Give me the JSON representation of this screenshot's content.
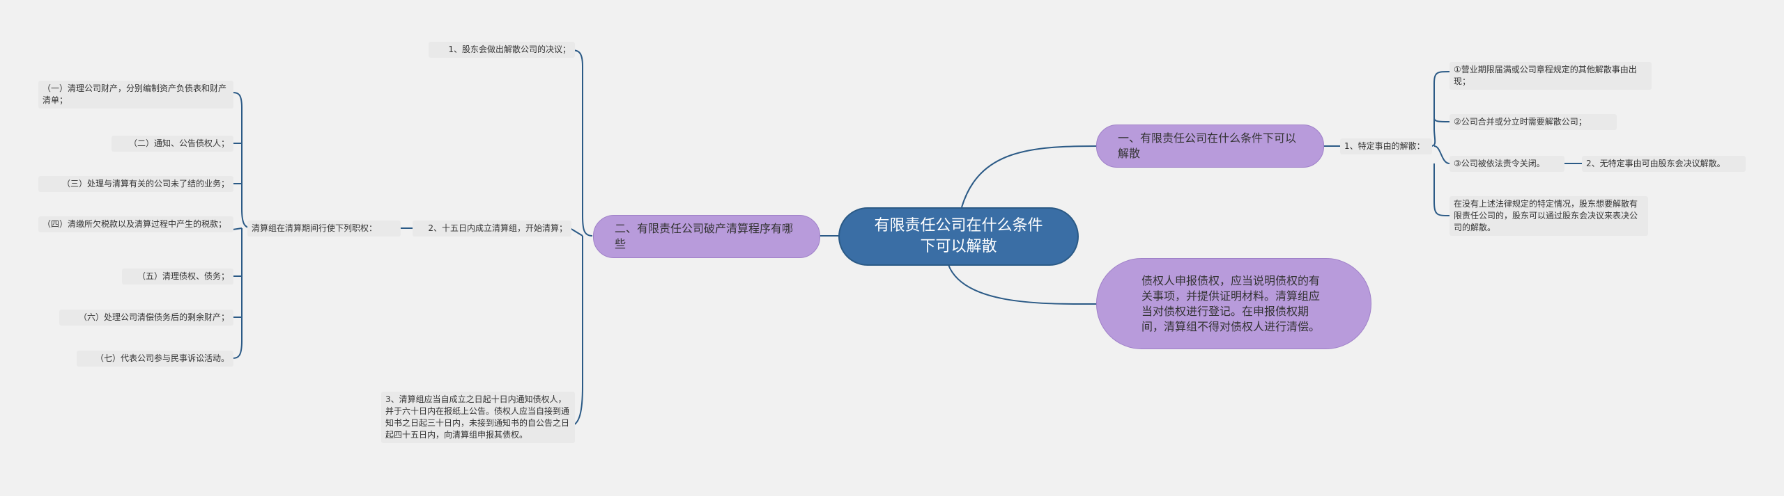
{
  "root": {
    "title": "有限责任公司在什么条件下可以解散"
  },
  "branches": {
    "b1": "一、有限责任公司在什么条件下可以解散",
    "b2": "债权人申报债权，应当说明债权的有关事项，并提供证明材料。清算组应当对债权进行登记。在申报债权期间，清算组不得对债权人进行清偿。",
    "b3": "二、有限责任公司破产清算程序有哪些"
  },
  "right": {
    "cause_label": "1、特定事由的解散：",
    "causes": [
      "①营业期限届满或公司章程规定的其他解散事由出现；",
      "②公司合并或分立时需要解散公司；",
      "③公司被依法责令关闭。",
      "在没有上述法律规定的特定情况，股东想要解散有限责任公司的，股东可以通过股东会决议来表决公司的解散。"
    ],
    "non_cause": "2、无特定事由可由股东会决议解散。"
  },
  "left": {
    "steps": [
      "1、股东会做出解散公司的决议；",
      "2、十五日内成立清算组，开始清算；",
      "3、清算组应当自成立之日起十日内通知债权人，并于六十日内在报纸上公告。债权人应当自接到通知书之日起三十日内，未接到通知书的自公告之日起四十五日内，向清算组申报其债权。"
    ],
    "powers_label": "清算组在清算期间行使下列职权：",
    "powers": [
      "（一）清理公司财产，分别编制资产负债表和财产清单；",
      "（二）通知、公告债权人；",
      "（三）处理与清算有关的公司未了结的业务；",
      "（四）清缴所欠税款以及清算过程中产生的税款；",
      "（五）清理债权、债务；",
      "（六）处理公司清偿债务后的剩余财产；",
      "（七）代表公司参与民事诉讼活动。"
    ]
  },
  "colors": {
    "root": "#3a6ea5",
    "branch": "#b89bdb",
    "edge": "#2b5a86",
    "leaf": "#e9e9e9",
    "background": "#f1f1f1"
  }
}
